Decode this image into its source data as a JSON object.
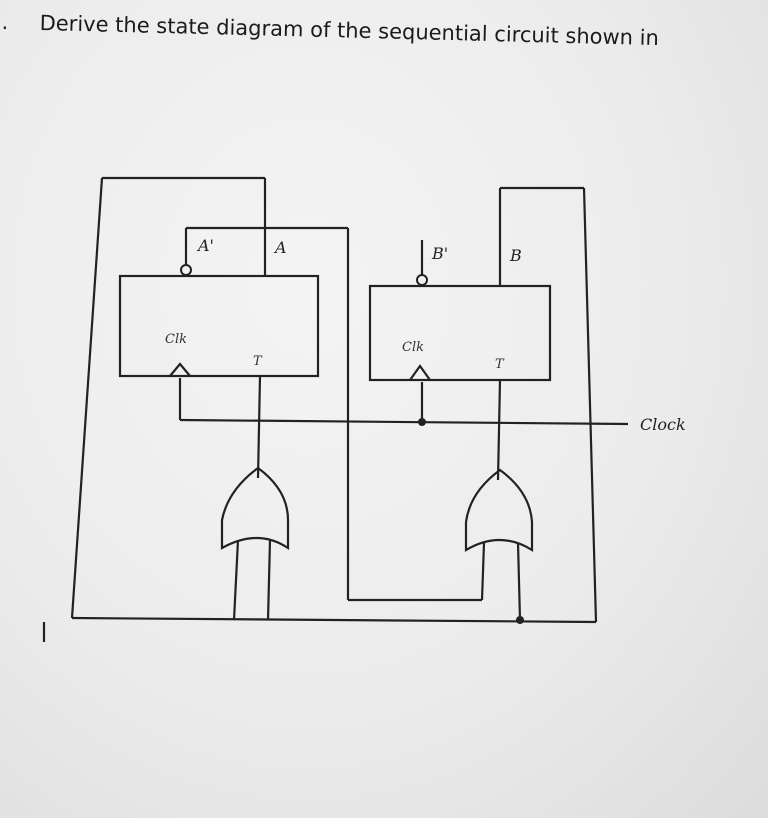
{
  "question": {
    "number": ".",
    "text": "Derive the state diagram of the sequential circuit shown in"
  },
  "diagram": {
    "flipflops": [
      {
        "output_complement_label": "A'",
        "output_label": "A",
        "clk_label": "Clk",
        "input_label": "T"
      },
      {
        "output_complement_label": "B'",
        "output_label": "B",
        "clk_label": "Clk",
        "input_label": "T"
      }
    ],
    "clock_label": "Clock",
    "gates": [
      "OR-gate",
      "OR-gate"
    ]
  },
  "colors": {
    "ink": "#222222",
    "paper": "#eeeeee"
  }
}
